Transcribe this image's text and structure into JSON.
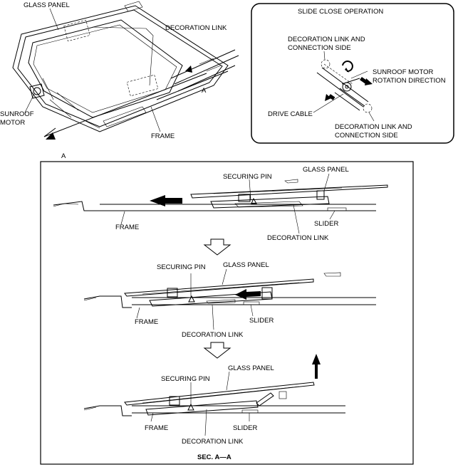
{
  "top_left": {
    "glass_panel": "GLASS PANEL",
    "decoration_link": "DECORATION LINK",
    "sunroof_motor_1": "SUNROOF",
    "sunroof_motor_2": "MOTOR",
    "frame": "FRAME",
    "section_mark_a1": "A",
    "section_mark_a2": "A"
  },
  "slide_box": {
    "title": "SLIDE CLOSE OPERATION",
    "dec_link_top_1": "DECORATION LINK AND",
    "dec_link_top_2": "CONNECTION SIDE",
    "motor_dir_1": "SUNROOF MOTOR",
    "motor_dir_2": "ROTATION DIRECTION",
    "drive_cable": "DRIVE CABLE",
    "dec_link_bot_1": "DECORATION LINK AND",
    "dec_link_bot_2": "CONNECTION SIDE"
  },
  "section": {
    "step1": {
      "securing_pin": "SECURING PIN",
      "glass_panel": "GLASS PANEL",
      "frame": "FRAME",
      "slider": "SLIDER",
      "decoration_link": "DECORATION LINK"
    },
    "step2": {
      "securing_pin": "SECURING PIN",
      "glass_panel": "GLASS PANEL",
      "frame": "FRAME",
      "slider": "SLIDER",
      "decoration_link": "DECORATION LINK"
    },
    "step3": {
      "securing_pin": "SECURING PIN",
      "glass_panel": "GLASS PANEL",
      "frame": "FRAME",
      "slider": "SLIDER",
      "decoration_link": "DECORATION LINK"
    },
    "caption": "SEC. A—A"
  }
}
